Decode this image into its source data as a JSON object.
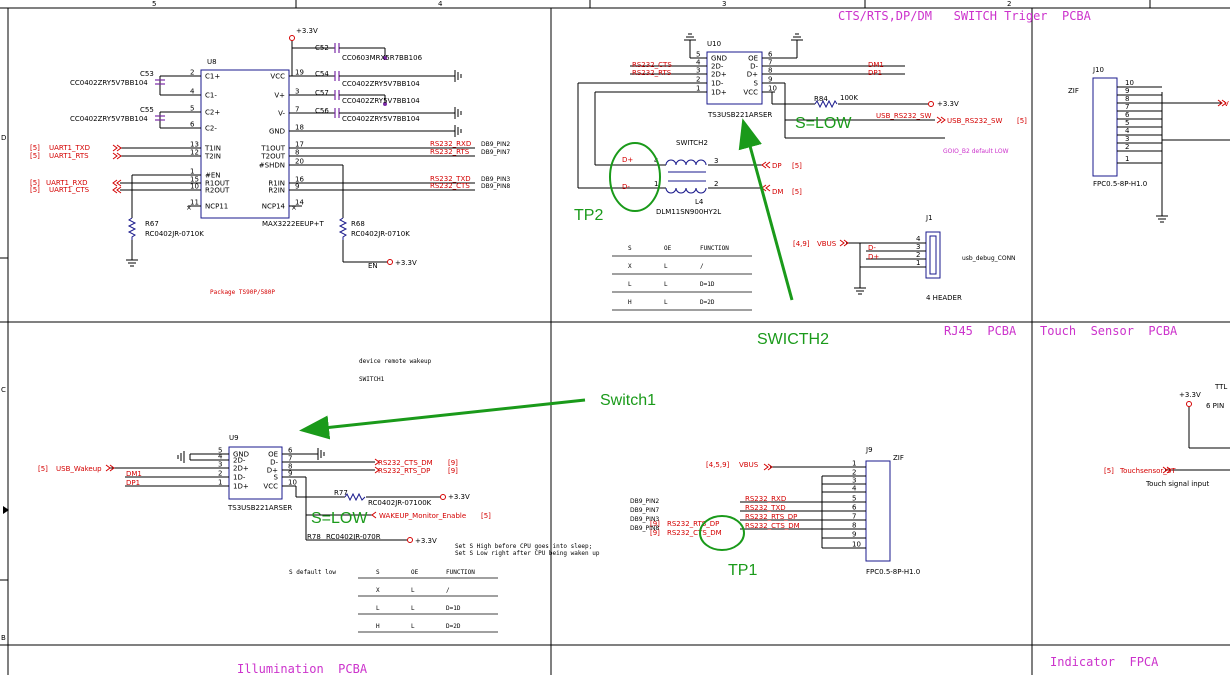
{
  "frame": {
    "zone_numbers": [
      "5",
      "4",
      "3",
      "2"
    ],
    "row_letters": [
      "D",
      "C",
      "B"
    ]
  },
  "section_titles": {
    "switch_triger": "CTS/RTS,DP/DM   SWITCH Triger  PCBA",
    "rj45": "RJ45  PCBA",
    "touch_sensor": "Touch  Sensor  PCBA",
    "illumination": "Illumination  PCBA",
    "indicator": "Indicator  FPCA"
  },
  "u8": {
    "ref": "U8",
    "part": "MAX3222EEUP+T",
    "package": "Package  TS90P/580P",
    "power": "+3.3V",
    "left_pins": [
      {
        "num": "2",
        "name": "C1+"
      },
      {
        "num": "4",
        "name": "C1-"
      },
      {
        "num": "5",
        "name": "C2+"
      },
      {
        "num": "6",
        "name": "C2-"
      },
      {
        "num": "13",
        "name": "T1IN"
      },
      {
        "num": "12",
        "name": "T2IN"
      },
      {
        "num": "1",
        "name": "#EN"
      },
      {
        "num": "15",
        "name": "R1OUT"
      },
      {
        "num": "10",
        "name": "R2OUT"
      },
      {
        "num": "11",
        "name": "NCP11"
      }
    ],
    "right_pins": [
      {
        "num": "19",
        "name": "VCC"
      },
      {
        "num": "3",
        "name": "V+"
      },
      {
        "num": "7",
        "name": "V-"
      },
      {
        "num": "18",
        "name": "GND"
      },
      {
        "num": "17",
        "name": "T1OUT"
      },
      {
        "num": "8",
        "name": "T2OUT"
      },
      {
        "num": "20",
        "name": "#SHDN"
      },
      {
        "num": "16",
        "name": "R1IN"
      },
      {
        "num": "9",
        "name": "R2IN"
      },
      {
        "num": "14",
        "name": "NCP14"
      }
    ],
    "caps": [
      {
        "ref": "C53",
        "value": "CC0402ZRY5V7BB104"
      },
      {
        "ref": "C55",
        "value": "CC0402ZRY5V7BB104"
      },
      {
        "ref": "C52",
        "value": "CC0603MRX5R7BB106"
      },
      {
        "ref": "C54",
        "value": "CC0402ZRY5V7BB104"
      },
      {
        "ref": "C57",
        "value": "CC0402ZRY5V7BB104"
      },
      {
        "ref": "C56",
        "value": "CC0402ZRY5V7BB104"
      }
    ],
    "r67": {
      "ref": "R67",
      "value": "RC0402JR-0710K"
    },
    "r68": {
      "ref": "R68",
      "value": "RC0402JR-0710K"
    },
    "en_net": "EN",
    "en_power": "+3.3V",
    "left_nets": [
      {
        "tag": "[5]",
        "name": "UART1_TXD"
      },
      {
        "tag": "[5]",
        "name": "UART1_RTS"
      },
      {
        "tag": "[5]",
        "name": "UART1_RXD"
      },
      {
        "tag": "[5]",
        "name": "UART1_CTS"
      }
    ],
    "right_nets": [
      {
        "name": "RS232_RXD",
        "db": "DB9_PIN2"
      },
      {
        "name": "RS232_RTS",
        "db": "DB9_PIN7"
      },
      {
        "name": "RS232_TXD",
        "db": "DB9_PIN3"
      },
      {
        "name": "RS232_CTS",
        "db": "DB9_PIN8"
      }
    ]
  },
  "u10": {
    "ref": "U10",
    "part": "TS3USB221ARSER",
    "left_pins": [
      {
        "num": "5",
        "name": "GND"
      },
      {
        "num": "4",
        "name": "2D-"
      },
      {
        "num": "3",
        "name": "2D+"
      },
      {
        "num": "2",
        "name": "1D-"
      },
      {
        "num": "1",
        "name": "1D+"
      }
    ],
    "right_pins": [
      {
        "num": "6",
        "name": "OE"
      },
      {
        "num": "7",
        "name": "D-"
      },
      {
        "num": "8",
        "name": "D+"
      },
      {
        "num": "9",
        "name": "S"
      },
      {
        "num": "10",
        "name": "VCC"
      }
    ],
    "in_nets": [
      "RS232_CTS",
      "RS232_RTS"
    ],
    "out_nets": [
      "DM1",
      "DP1"
    ],
    "r84": {
      "ref": "R84",
      "value": "100K"
    },
    "power": "+3.3V",
    "sw_net": "USB_RS232_SW",
    "sw_net2": "USB_RS232_SW",
    "sw_tag": "[5]",
    "gpio_note": "GOIO_B2 default LOW"
  },
  "switch2": {
    "label": "SWITCH2",
    "choke": "DLM11SN900HY2L",
    "choke_ref": "L4",
    "pins": [
      "4",
      "1",
      "3",
      "2"
    ],
    "dp_label": "D+",
    "dm_label": "D-",
    "dp_net": "DP",
    "dm_net": "DM",
    "tag": "[5]"
  },
  "truth_table_top": {
    "header": [
      "S",
      "OE",
      "FUNCTION"
    ],
    "rows": [
      [
        "X",
        "L",
        "/"
      ],
      [
        "L",
        "L",
        "D=1D"
      ],
      [
        "H",
        "L",
        "D=2D"
      ]
    ]
  },
  "j1": {
    "ref": "J1",
    "name": "usb_debug_CONN",
    "footer": "4 HEADER",
    "vbus_tag": "[4,9]",
    "vbus": "VBUS",
    "pins": [
      {
        "num": "4",
        "net": ""
      },
      {
        "num": "3",
        "net": "D-"
      },
      {
        "num": "2",
        "net": "D+"
      },
      {
        "num": "1",
        "net": ""
      }
    ]
  },
  "j10": {
    "ref": "J10",
    "zif": "ZIF",
    "part": "FPC0.5-8P-H1.0",
    "pins": [
      "10",
      "9",
      "8",
      "7",
      "6",
      "5",
      "4",
      "3",
      "2",
      "1"
    ],
    "edge_net": "V"
  },
  "u9": {
    "ref": "U9",
    "part": "TS3USB221ARSER",
    "note1": "device remote wakeup",
    "note2": "SWITCH1",
    "left_pins": [
      {
        "num": "5",
        "name": "GND"
      },
      {
        "num": "4",
        "name": "2D-"
      },
      {
        "num": "3",
        "name": "2D+"
      },
      {
        "num": "2",
        "name": "1D-"
      },
      {
        "num": "1",
        "name": "1D+"
      }
    ],
    "right_pins": [
      {
        "num": "6",
        "name": "OE"
      },
      {
        "num": "7",
        "name": "D-"
      },
      {
        "num": "8",
        "name": "D+"
      },
      {
        "num": "9",
        "name": "S"
      },
      {
        "num": "10",
        "name": "VCC"
      }
    ],
    "wake_tag": "[5]",
    "wake_net": "USB_Wakeup",
    "in_nets": [
      "DM1",
      "DP1"
    ],
    "out_nets": [
      {
        "name": "RS232_CTS_DM",
        "tag": "[9]"
      },
      {
        "name": "RS232_RTS_DP",
        "tag": "[9]"
      }
    ],
    "r77": {
      "ref": "R77",
      "value": "RC0402JR-07100K"
    },
    "r78": {
      "ref": "R78",
      "value": "RC0402JR-070R"
    },
    "power": "+3.3V",
    "monitor_net": "WAKEUP_Monitor_Enable",
    "monitor_tag": "[5]",
    "sleep_note1": "Set S High before CPU goes into sleep;",
    "sleep_note2": "Set S Low right after CPU being waken up"
  },
  "truth_table_bottom": {
    "caption": "S default low",
    "header": [
      "S",
      "OE",
      "FUNCTION"
    ],
    "rows": [
      [
        "X",
        "L",
        "/"
      ],
      [
        "L",
        "L",
        "D=1D"
      ],
      [
        "H",
        "L",
        "D=2D"
      ]
    ]
  },
  "j9": {
    "ref": "J9",
    "zif": "ZIF",
    "part": "FPC0.5-8P-H1.0",
    "vbus_tag": "[4,5,9]",
    "vbus": "VBUS",
    "pins": [
      "1",
      "2",
      "3",
      "4",
      "5",
      "6",
      "7",
      "8",
      "9",
      "10"
    ],
    "nets": [
      "RS232_RXD",
      "RS232_TXD",
      "RS232_RTS_DP",
      "RS232_CTS_DM"
    ],
    "db_labels": [
      "DB9_PIN2",
      "DB9_PIN7",
      "DB9_PIN3",
      "DB9_PIN8"
    ],
    "left_tags": [
      "[9]",
      "[9]"
    ],
    "left_nets": [
      "RS232_RTS_DP",
      "RS232_CTS_DM"
    ]
  },
  "touch": {
    "power": "+3.3V",
    "ttl": "TTL",
    "pin_label": "6 PIN",
    "tag": "[5]",
    "net": "Touchsensor_ST",
    "note": "Touch signal input"
  },
  "annotations": {
    "tp2": "TP2",
    "tp1": "TP1",
    "s_low_top": "S=LOW",
    "s_low_bottom": "S=LOW",
    "switch1": "Switch1",
    "switch2": "SWICTH2"
  },
  "colors": {
    "wire": "#000000",
    "net_red": "#d40000",
    "title_magenta": "#cc33cc",
    "annotation_green": "#1a9a1a",
    "symbol_blue": "#1a1a8c",
    "cap_purple": "#7a2aa6"
  }
}
